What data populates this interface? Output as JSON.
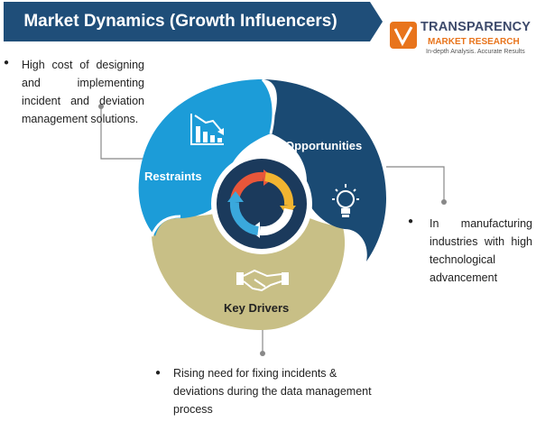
{
  "header": {
    "title": "Market Dynamics (Growth Influencers)"
  },
  "logo": {
    "name": "TRANSPARENCY",
    "subtitle": "MARKET RESEARCH",
    "tagline": "In-depth Analysis. Accurate Results"
  },
  "segments": {
    "restraints": {
      "label": "Restraints",
      "text": "High cost of designing and implementing incident and deviation management solutions."
    },
    "opportunities": {
      "label": "Opportunities",
      "text": "In manufacturing industries with high technological advancement"
    },
    "drivers": {
      "label": "Key Drivers",
      "text": "Rising need for fixing incidents & deviations during the data management process"
    }
  },
  "colors": {
    "banner": "#1f4e79",
    "restraints": "#1c9cd8",
    "opportunities": "#1a4a73",
    "drivers": "#c8bf86",
    "center": "#1b3a5c",
    "logo_orange": "#e8741c"
  },
  "icons": [
    "falling-bar-chart-icon",
    "light-bulb-icon",
    "handshake-icon",
    "cycle-arrows-icon"
  ]
}
